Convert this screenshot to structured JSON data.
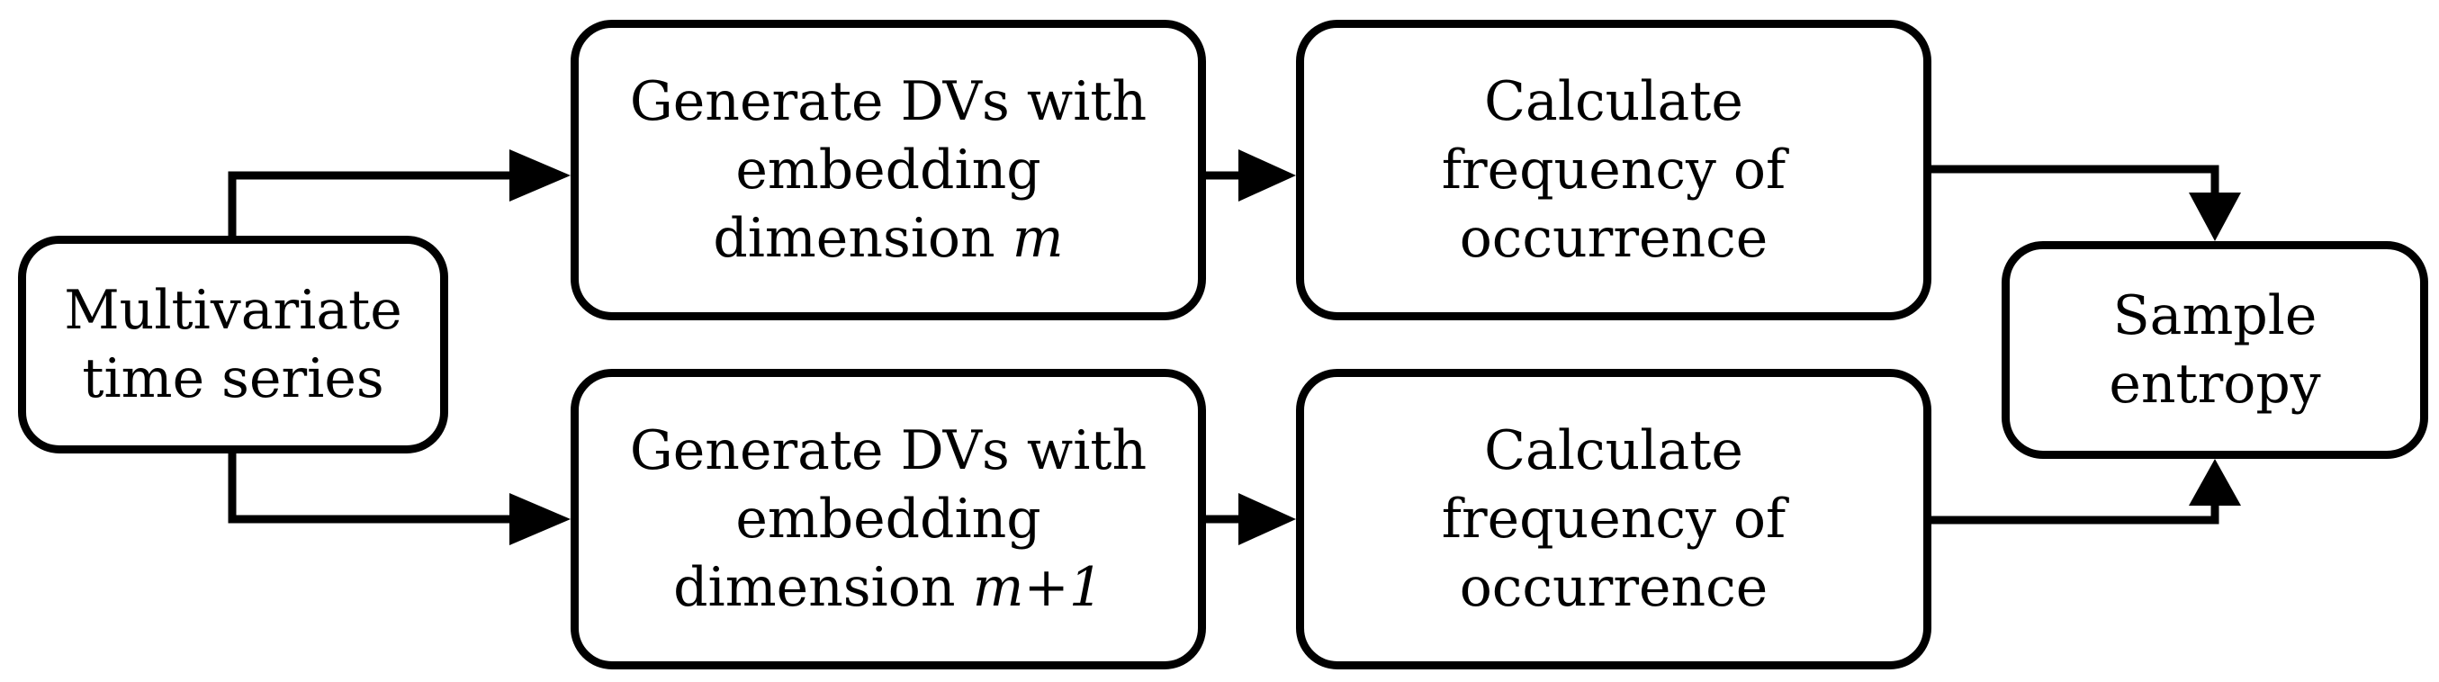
{
  "diagram": {
    "nodes": {
      "input": {
        "line1": "Multivariate",
        "line2": "time series"
      },
      "gen_m": {
        "line1": "Generate DVs with",
        "line2": "embedding",
        "line3_prefix": "dimension ",
        "line3_var": "m"
      },
      "gen_m1": {
        "line1": "Generate DVs with",
        "line2": "embedding",
        "line3_prefix": "dimension ",
        "line3_var": "m+1"
      },
      "freq_m": {
        "line1": "Calculate",
        "line2": "frequency of",
        "line3": "occurrence"
      },
      "freq_m1": {
        "line1": "Calculate",
        "line2": "frequency of",
        "line3": "occurrence"
      },
      "output": {
        "line1": "Sample",
        "line2": "entropy"
      }
    },
    "edges": [
      {
        "from": "input",
        "to": "gen_m"
      },
      {
        "from": "input",
        "to": "gen_m1"
      },
      {
        "from": "gen_m",
        "to": "freq_m"
      },
      {
        "from": "gen_m1",
        "to": "freq_m1"
      },
      {
        "from": "freq_m",
        "to": "output"
      },
      {
        "from": "freq_m1",
        "to": "output"
      }
    ],
    "colors": {
      "stroke": "#000000",
      "fill": "#ffffff",
      "text": "#000000"
    }
  }
}
